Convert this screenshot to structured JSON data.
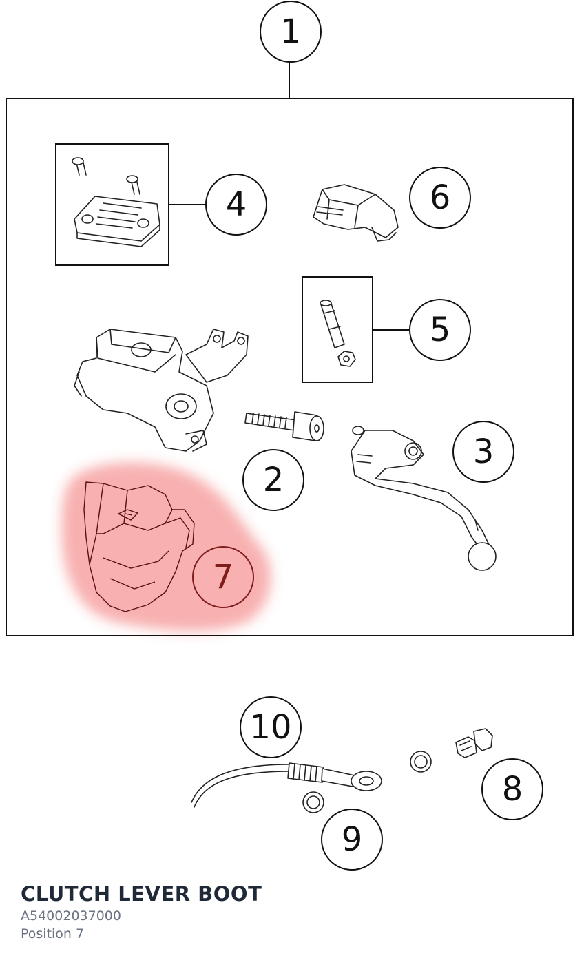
{
  "callouts": {
    "c1": "1",
    "c2": "2",
    "c3": "3",
    "c4": "4",
    "c5": "5",
    "c6": "6",
    "c7": "7",
    "c8": "8",
    "c9": "9",
    "c10": "10"
  },
  "highlight": {
    "position": "7",
    "color": "#ef4444"
  },
  "part": {
    "name": "CLUTCH LEVER BOOT",
    "number": "A54002037000",
    "position_label": "Position 7"
  }
}
